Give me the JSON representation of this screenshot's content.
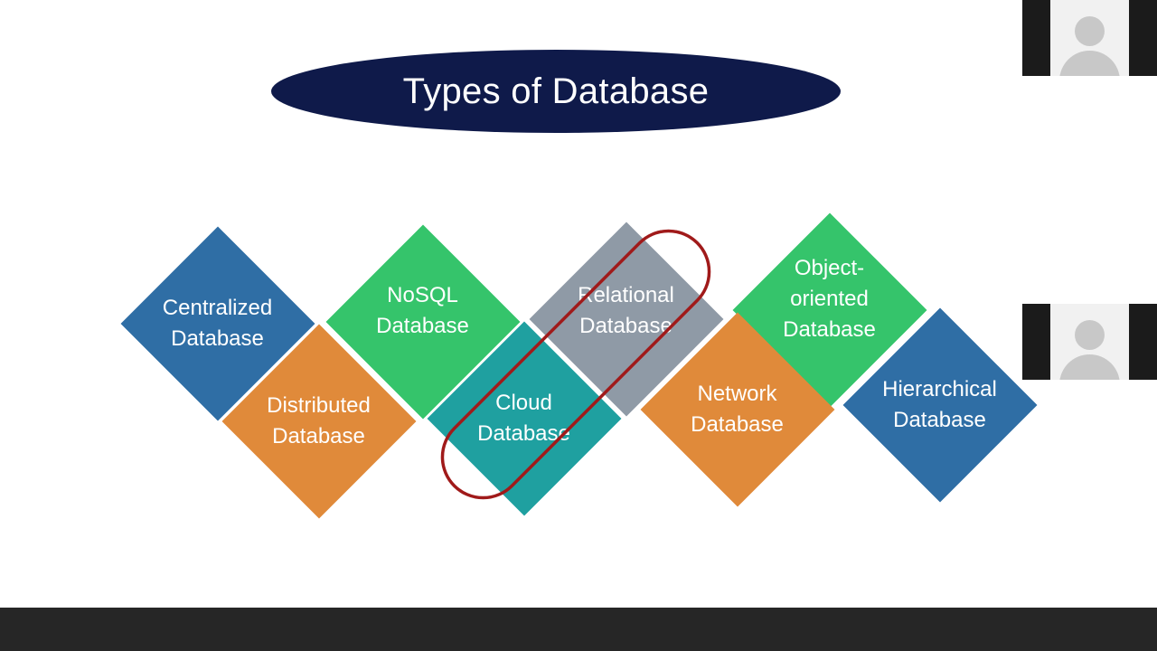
{
  "slide": {
    "title": "Types of Database",
    "diamonds": [
      {
        "name": "centralized",
        "label": "Centralized\nDatabase",
        "color": "#2f6ea5"
      },
      {
        "name": "distributed",
        "label": "Distributed\nDatabase",
        "color": "#e08a3a"
      },
      {
        "name": "nosql",
        "label": "NoSQL\nDatabase",
        "color": "#35c46b"
      },
      {
        "name": "cloud",
        "label": "Cloud\nDatabase",
        "color": "#1fa0a0"
      },
      {
        "name": "relational",
        "label": "Relational\nDatabase",
        "color": "#8f9aa6"
      },
      {
        "name": "network",
        "label": "Network\nDatabase",
        "color": "#e08a3a"
      },
      {
        "name": "object-oriented",
        "label": "Object-\noriented\nDatabase",
        "color": "#35c46b"
      },
      {
        "name": "hierarchical",
        "label": "Hierarchical\nDatabase",
        "color": "#2f6ea5"
      }
    ],
    "highlight_color": "#a01a1a"
  },
  "participants": [
    {
      "name": "participant-1",
      "avatar_icon": "person-icon"
    },
    {
      "name": "participant-2",
      "avatar_icon": "person-icon"
    }
  ]
}
